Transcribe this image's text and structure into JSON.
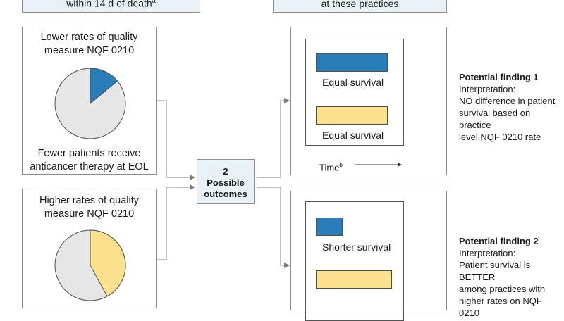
{
  "colors": {
    "blue": "#2a7db8",
    "yellow": "#fbe08e",
    "pie_gray": "#e6e6e6",
    "header_bg": "#e8f1f5"
  },
  "header": {
    "left_text": "within 14 d of death",
    "left_sup": "a",
    "right_text": "at these practices"
  },
  "lower_group": {
    "title_line1": "Lower rates of quality",
    "title_line2": "measure NQF 0210",
    "caption_line1": "Fewer patients receive",
    "caption_line2": "anticancer therapy at EOL",
    "pie_share": 0.14
  },
  "higher_group": {
    "title_line1": "Higher rates of quality",
    "title_line2": "measure NQF 0210",
    "pie_share": 0.42
  },
  "hub": {
    "number": "2",
    "line1": "Possible",
    "line2": "outcomes"
  },
  "chart1": {
    "bars": [
      {
        "label": "Equal survival",
        "color": "blue",
        "value": 0.73
      },
      {
        "label": "Equal survival",
        "color": "yellow",
        "value": 0.73
      }
    ],
    "axis_label": "Time",
    "axis_sup": "b"
  },
  "chart2": {
    "bars": [
      {
        "label": "Shorter survival",
        "color": "blue",
        "value": 0.27
      },
      {
        "label": "",
        "color": "yellow",
        "value": 0.77
      }
    ]
  },
  "finding1": {
    "title": "Potential finding 1",
    "lines": [
      "Interpretation:",
      "NO difference in patient",
      "survival based on practice",
      "level NQF 0210 rate"
    ]
  },
  "finding2": {
    "title": "Potential finding 2",
    "lines": [
      "Interpretation:",
      "Patient survival is BETTER",
      "among practices with",
      "higher rates on NQF 0210"
    ]
  }
}
